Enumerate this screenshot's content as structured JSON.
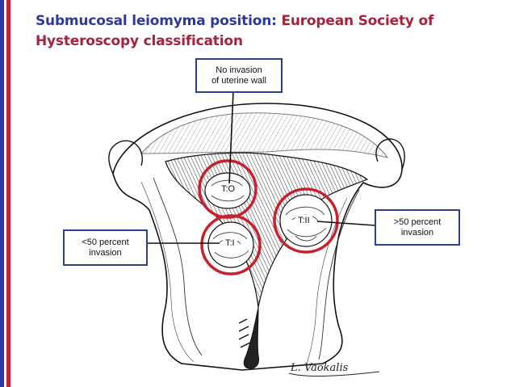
{
  "title": {
    "part1": "Submucosal leiomyma position:",
    "part2": "European Society of Hysteroscopy classification"
  },
  "labels": {
    "type0": {
      "tag": "T:O",
      "line1": "No invasion",
      "line2": "of uterine wall"
    },
    "type1": {
      "tag": "T:I",
      "line1": "<50 percent",
      "line2": "invasion"
    },
    "type2": {
      "tag": "T:II",
      "line1": ">50 percent",
      "line2": "invasion"
    }
  },
  "signature": "L. Vaokalis",
  "colors": {
    "stripe_blue": "#2c3aa0",
    "stripe_red": "#cc2233",
    "title_blue": "#2c3aa0",
    "title_red": "#a3243c",
    "box_border": "#2f3f8f",
    "circle": "#c8202c"
  }
}
